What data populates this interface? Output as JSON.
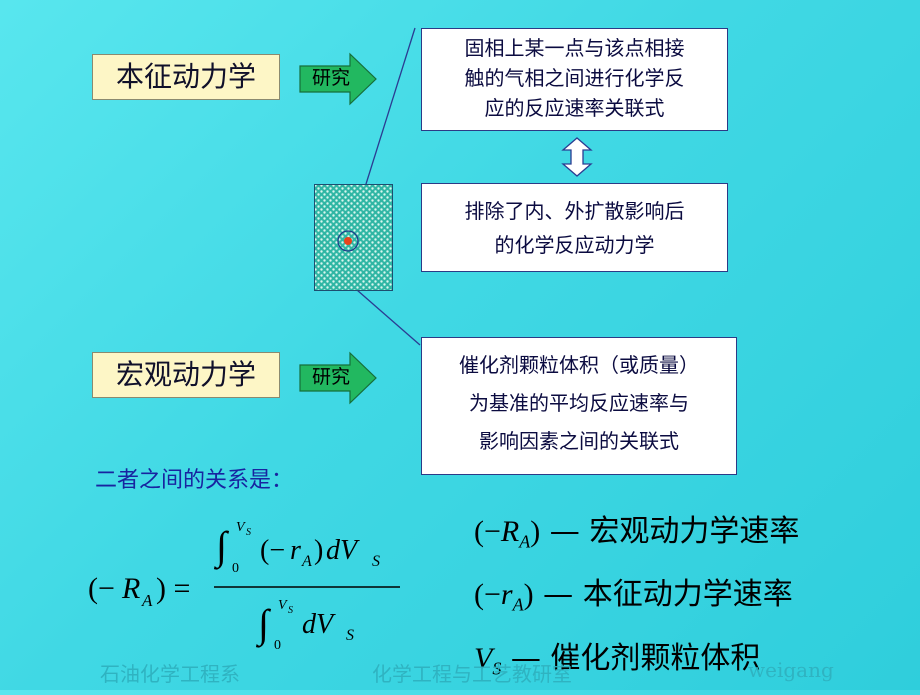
{
  "intrinsic": {
    "label": "本征动力学",
    "arrow_label": "研究",
    "definition": [
      "固相上某一点与该点相接",
      "触的气相之间进行化学反",
      "应的反应速率关联式"
    ]
  },
  "equivalent": {
    "definition": [
      "排除了内、外扩散影响后",
      "的化学反应动力学"
    ]
  },
  "macroscopic": {
    "label": "宏观动力学",
    "arrow_label": "研究",
    "definition": [
      "催化剂颗粒体积（或质量）",
      "为基准的平均反应速率与",
      "影响因素之间的关联式"
    ]
  },
  "relation_heading": "二者之间的关系是：",
  "legend": [
    {
      "symbol": "(−R_A)",
      "dash": "—",
      "text": "宏观动力学速率"
    },
    {
      "symbol": "(−r_A)",
      "dash": "—",
      "text": "本征动力学速率"
    },
    {
      "symbol": "V_S",
      "dash": "—",
      "text": "催化剂颗粒体积"
    }
  ],
  "footer": {
    "left": "石油化学工程系",
    "center": "化学工程与工艺教研室",
    "right": "weigang"
  },
  "colors": {
    "background": "#40d8e4",
    "label_fill": "#fdf6c6",
    "arrow_fill": "#22b860",
    "box_border": "#2c3a86",
    "catalyst_fill": "#2fb6a4",
    "center_dot": "#e8431c"
  }
}
